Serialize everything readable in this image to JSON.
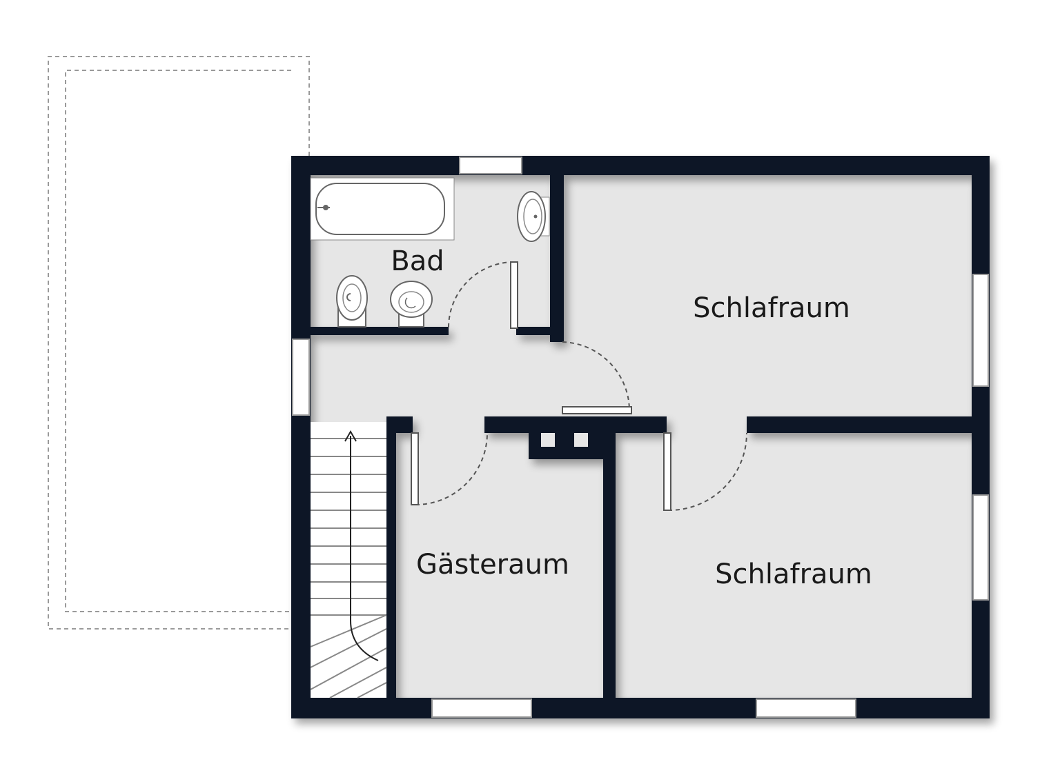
{
  "floorplan": {
    "rooms": {
      "bad": "Bad",
      "schlafraum_top": "Schlafraum",
      "gaesteraum": "Gästeraum",
      "schlafraum_bottom": "Schlafraum"
    },
    "colors": {
      "wall": "#0c1426",
      "floor": "#e6e6e6",
      "background": "#ffffff"
    },
    "icons": [
      "bathtub-icon",
      "sink-icon",
      "bidet-icon",
      "toilet-icon",
      "staircase-icon"
    ]
  }
}
